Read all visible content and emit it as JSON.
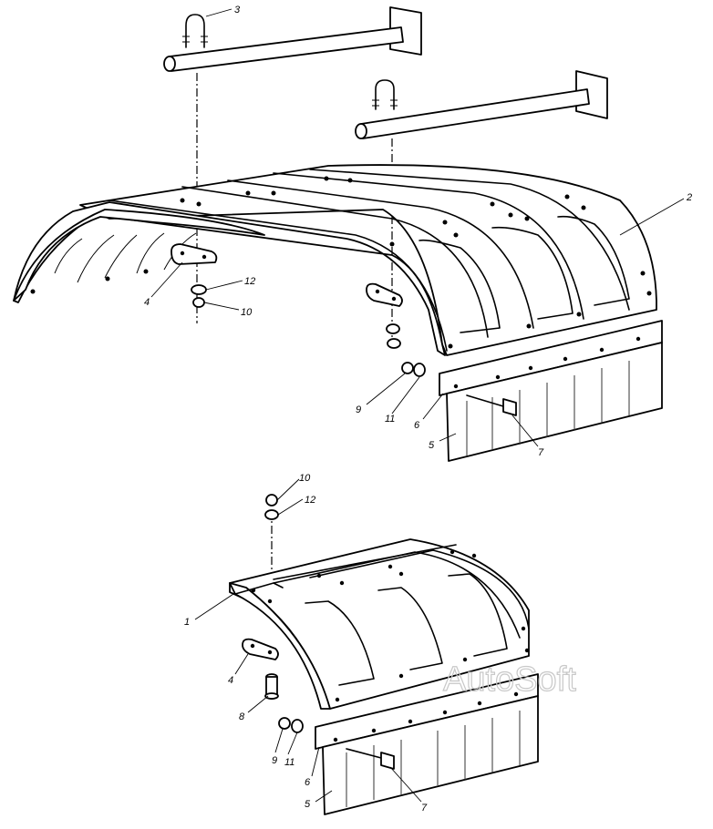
{
  "watermark": "AutoSoft",
  "callouts": {
    "c1": "1",
    "c2": "2",
    "c3": "3",
    "c4_top": "4",
    "c4_bottom": "4",
    "c5_top": "5",
    "c5_bottom": "5",
    "c6_top": "6",
    "c6_bottom": "6",
    "c7_top": "7",
    "c7_bottom": "7",
    "c8": "8",
    "c9_top": "9",
    "c9_bottom": "9",
    "c10_top": "10",
    "c10_bottom": "10",
    "c11_top": "11",
    "c11_bottom": "11",
    "c12_top": "12",
    "c12_bottom": "12"
  },
  "icons": [
    "u-bolt-icon",
    "bracket-rod-icon",
    "fender-icon",
    "mud-flap-icon",
    "washer-icon",
    "nut-icon",
    "bolt-icon",
    "plate-icon"
  ]
}
